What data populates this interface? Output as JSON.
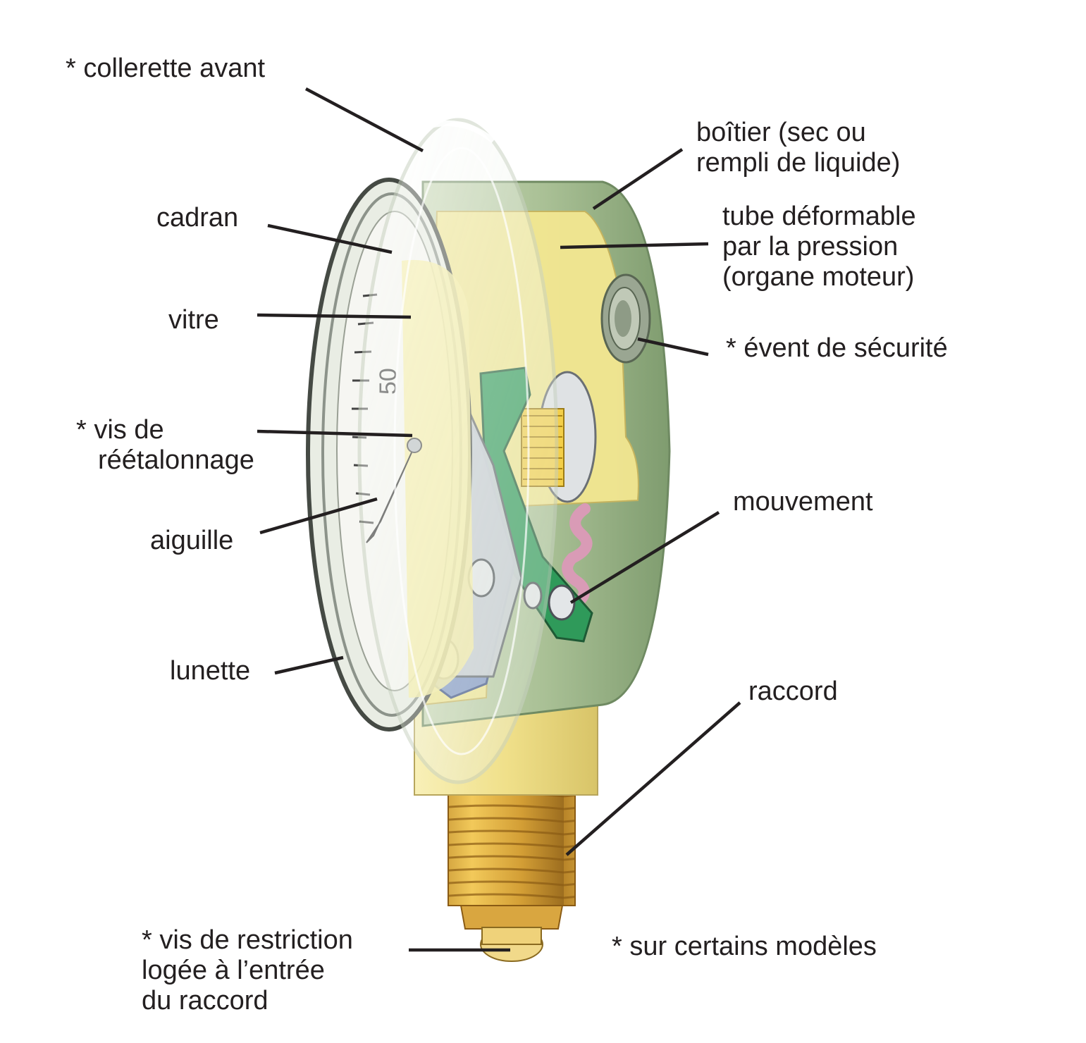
{
  "labels": {
    "collerette": "* collerette avant",
    "boitier": [
      "boîtier (sec ou",
      "rempli de liquide)"
    ],
    "cadran": "cadran",
    "tube": [
      "tube déformable",
      "par la pression",
      "(organe moteur)"
    ],
    "vitre": "vitre",
    "event": "* évent de sécurité",
    "vis_reetalonnage": [
      "* vis de",
      "réétalonnage"
    ],
    "aiguille": "aiguille",
    "mouvement": "mouvement",
    "lunette": "lunette",
    "raccord": "raccord",
    "vis_restriction": [
      "* vis de restriction",
      "logée à l’entrée",
      "du raccord"
    ],
    "note": "* sur certains modèles"
  },
  "dial": {
    "scale_label": "50"
  },
  "colors": {
    "case_green": "#9fb88e",
    "brass_yellow": "#f1e48f",
    "thread_gold": "#d7a83c",
    "plate_blue": "#7f95c6",
    "lever_green": "#2f9a5a",
    "hairspring_pink": "#d99bb6",
    "leader_line": "#231f20"
  }
}
